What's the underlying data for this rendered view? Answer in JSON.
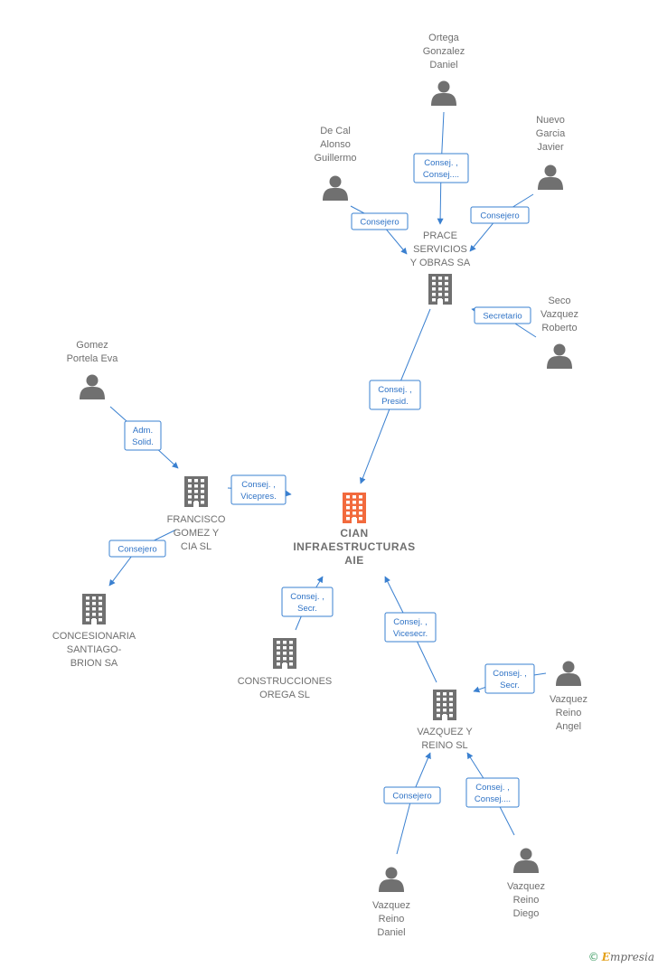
{
  "nodes": [
    {
      "id": "cian",
      "type": "company",
      "main": true,
      "lines": [
        "CIAN",
        "INFRAESTRUCTURAS",
        "AIE"
      ]
    },
    {
      "id": "prace",
      "type": "company",
      "lines": [
        "PRACE",
        "SERVICIOS",
        "Y OBRAS SA"
      ]
    },
    {
      "id": "francisco",
      "type": "company",
      "lines": [
        "FRANCISCO",
        "GOMEZ Y",
        "CIA SL"
      ]
    },
    {
      "id": "concesionaria",
      "type": "company",
      "lines": [
        "CONCESIONARIA",
        "SANTIAGO-",
        "BRION SA"
      ]
    },
    {
      "id": "construcciones",
      "type": "company",
      "lines": [
        "CONSTRUCCIONES",
        "OREGA SL"
      ]
    },
    {
      "id": "vazquezreino",
      "type": "company",
      "lines": [
        "VAZQUEZ Y",
        "REINO  SL"
      ]
    },
    {
      "id": "ortega",
      "type": "person",
      "lines": [
        "Ortega",
        "Gonzalez",
        "Daniel"
      ]
    },
    {
      "id": "decal",
      "type": "person",
      "lines": [
        "De Cal",
        "Alonso",
        "Guillermo"
      ]
    },
    {
      "id": "nuevo",
      "type": "person",
      "lines": [
        "Nuevo",
        "Garcia",
        "Javier"
      ]
    },
    {
      "id": "seco",
      "type": "person",
      "lines": [
        "Seco",
        "Vazquez",
        "Roberto"
      ]
    },
    {
      "id": "gomez",
      "type": "person",
      "lines": [
        "Gomez",
        "Portela Eva"
      ]
    },
    {
      "id": "angel",
      "type": "person",
      "lines": [
        "Vazquez",
        "Reino",
        "Angel"
      ]
    },
    {
      "id": "daniel",
      "type": "person",
      "lines": [
        "Vazquez",
        "Reino",
        "Daniel"
      ]
    },
    {
      "id": "diego",
      "type": "person",
      "lines": [
        "Vazquez",
        "Reino",
        "Diego"
      ]
    }
  ],
  "edges": [
    {
      "from": "ortega",
      "to": "prace",
      "label": [
        "Consej. ,",
        "Consej...."
      ]
    },
    {
      "from": "decal",
      "to": "prace",
      "label": [
        "Consejero"
      ]
    },
    {
      "from": "nuevo",
      "to": "prace",
      "label": [
        "Consejero"
      ]
    },
    {
      "from": "seco",
      "to": "prace",
      "label": [
        "Secretario"
      ]
    },
    {
      "from": "prace",
      "to": "cian",
      "label": [
        "Consej. ,",
        "Presid."
      ]
    },
    {
      "from": "gomez",
      "to": "francisco",
      "label": [
        "Adm.",
        "Solid."
      ]
    },
    {
      "from": "francisco",
      "to": "cian",
      "label": [
        "Consej. ,",
        "Vicepres."
      ]
    },
    {
      "from": "francisco",
      "to": "concesionaria",
      "label": [
        "Consejero"
      ]
    },
    {
      "from": "construcciones",
      "to": "cian",
      "label": [
        "Consej. ,",
        "Secr."
      ]
    },
    {
      "from": "vazquezreino",
      "to": "cian",
      "label": [
        "Consej. ,",
        "Vicesecr."
      ]
    },
    {
      "from": "angel",
      "to": "vazquezreino",
      "label": [
        "Consej. ,",
        "Secr."
      ]
    },
    {
      "from": "daniel",
      "to": "vazquezreino",
      "label": [
        "Consejero"
      ]
    },
    {
      "from": "diego",
      "to": "vazquezreino",
      "label": [
        "Consej. ,",
        "Consej...."
      ]
    }
  ],
  "brand": {
    "copyright": "©",
    "name_initial": "E",
    "name_rest": "mpresia"
  }
}
